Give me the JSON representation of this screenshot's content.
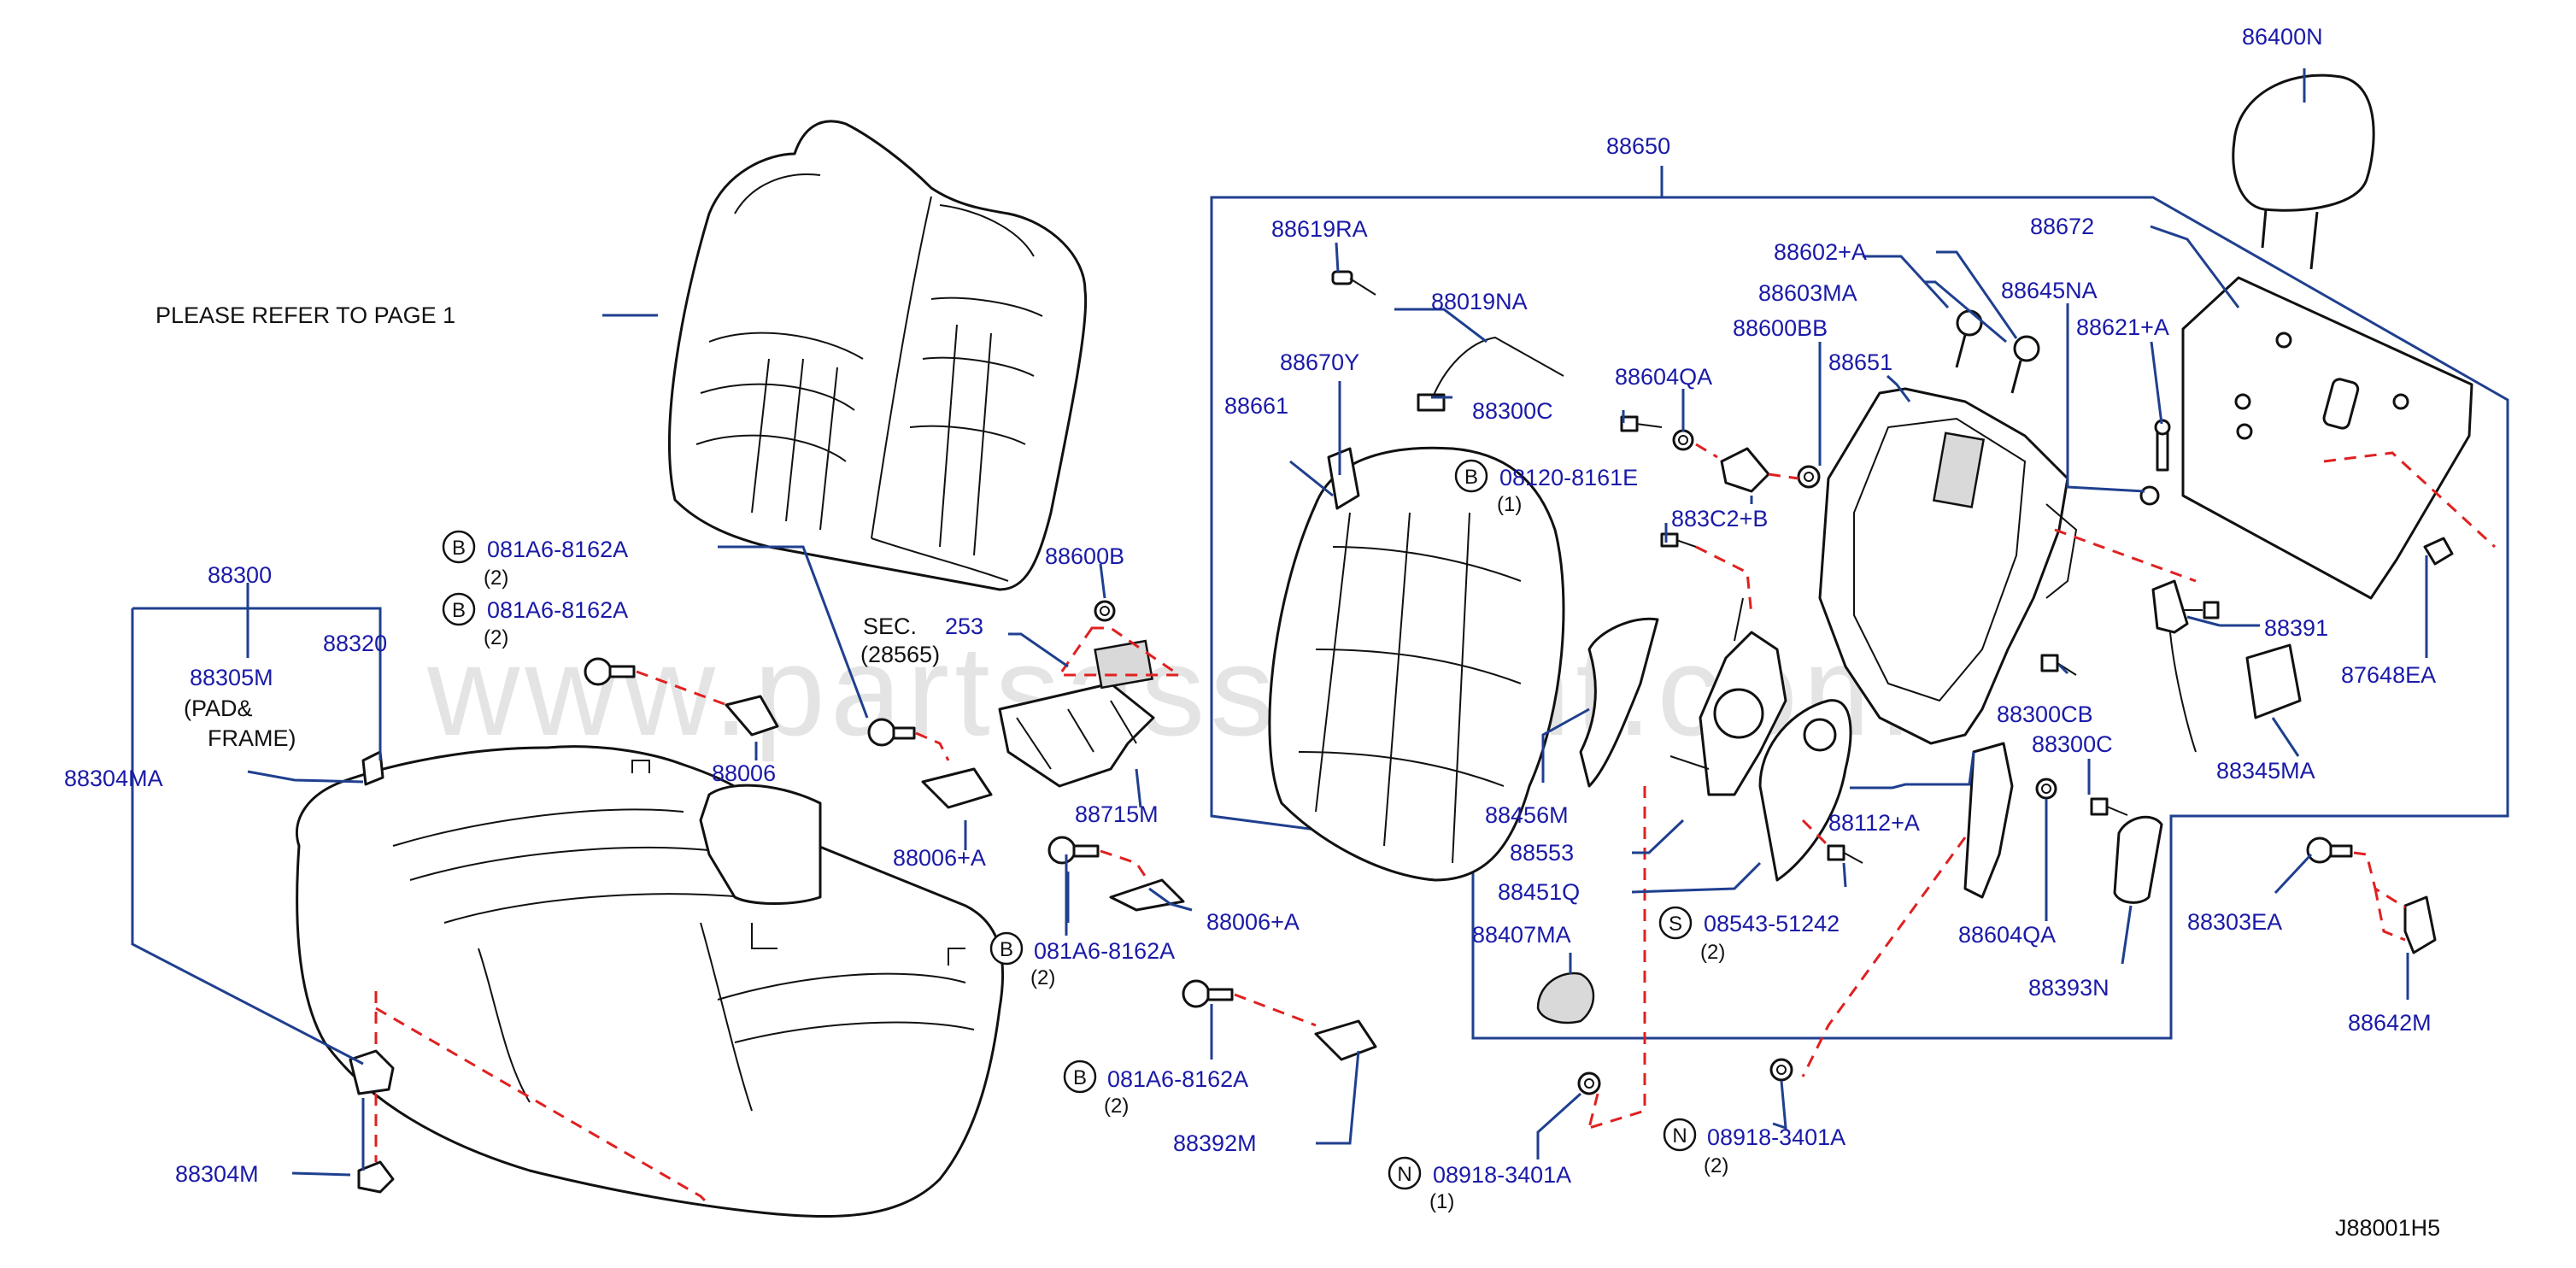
{
  "watermark": "www.partsassistant.com",
  "diagram_code": "J88001H5",
  "reference_note": "PLEASE  REFER  TO  PAGE  1",
  "sec_ref": {
    "prefix": "SEC.",
    "number": "253",
    "sub": "(28565)"
  },
  "labels": {
    "l88300": "88300",
    "l88305M": "88305M",
    "l_padframe1": "(PAD&",
    "l_padframe2": "FRAME)",
    "l88320": "88320",
    "l88304MA": "88304MA",
    "l88304M": "88304M",
    "l88006": "88006",
    "l88006A1": "88006+A",
    "l88006A2": "88006+A",
    "l88600B": "88600B",
    "l88715M": "88715M",
    "l88392M": "88392M",
    "l88650": "88650",
    "l88619RA": "88619RA",
    "l88019NA": "88019NA",
    "l88300C_top": "88300C",
    "l88670Y": "88670Y",
    "l88661": "88661",
    "l88604QA_top": "88604QA",
    "l88602A": "88602+A",
    "l88603MA": "88603MA",
    "l88600BB": "88600BB",
    "l88651": "88651",
    "l88645NA": "88645NA",
    "l88621A": "88621+A",
    "l88672": "88672",
    "l86400N": "86400N",
    "l883C2B": "883C2+B",
    "l88391": "88391",
    "l87648EA": "87648EA",
    "l88300CB": "88300CB",
    "l88300C_mid": "88300C",
    "l88345MA": "88345MA",
    "l88456M": "88456M",
    "l88553": "88553",
    "l88451Q": "88451Q",
    "l88407MA": "88407MA",
    "l88112A": "88112+A",
    "l88604QA_bot": "88604QA",
    "l88393N": "88393N",
    "l88303EA": "88303EA",
    "l88642M": "88642M"
  },
  "fasteners": [
    {
      "symbol": "B",
      "code": "081A6-8162A",
      "qty": "(2)"
    },
    {
      "symbol": "B",
      "code": "081A6-8162A",
      "qty": "(2)"
    },
    {
      "symbol": "B",
      "code": "081A6-8162A",
      "qty": "(2)"
    },
    {
      "symbol": "B",
      "code": "081A6-8162A",
      "qty": "(2)"
    },
    {
      "symbol": "B",
      "code": "08120-8161E",
      "qty": "(1)"
    },
    {
      "symbol": "S",
      "code": "08543-51242",
      "qty": "(2)"
    },
    {
      "symbol": "N",
      "code": "08918-3401A",
      "qty": "(1)"
    },
    {
      "symbol": "N",
      "code": "08918-3401A",
      "qty": "(2)"
    }
  ],
  "colors": {
    "label": "#1a1aa8",
    "leader": "#1f3f8f",
    "hidden_line": "#e02020",
    "outline": "#111111"
  }
}
